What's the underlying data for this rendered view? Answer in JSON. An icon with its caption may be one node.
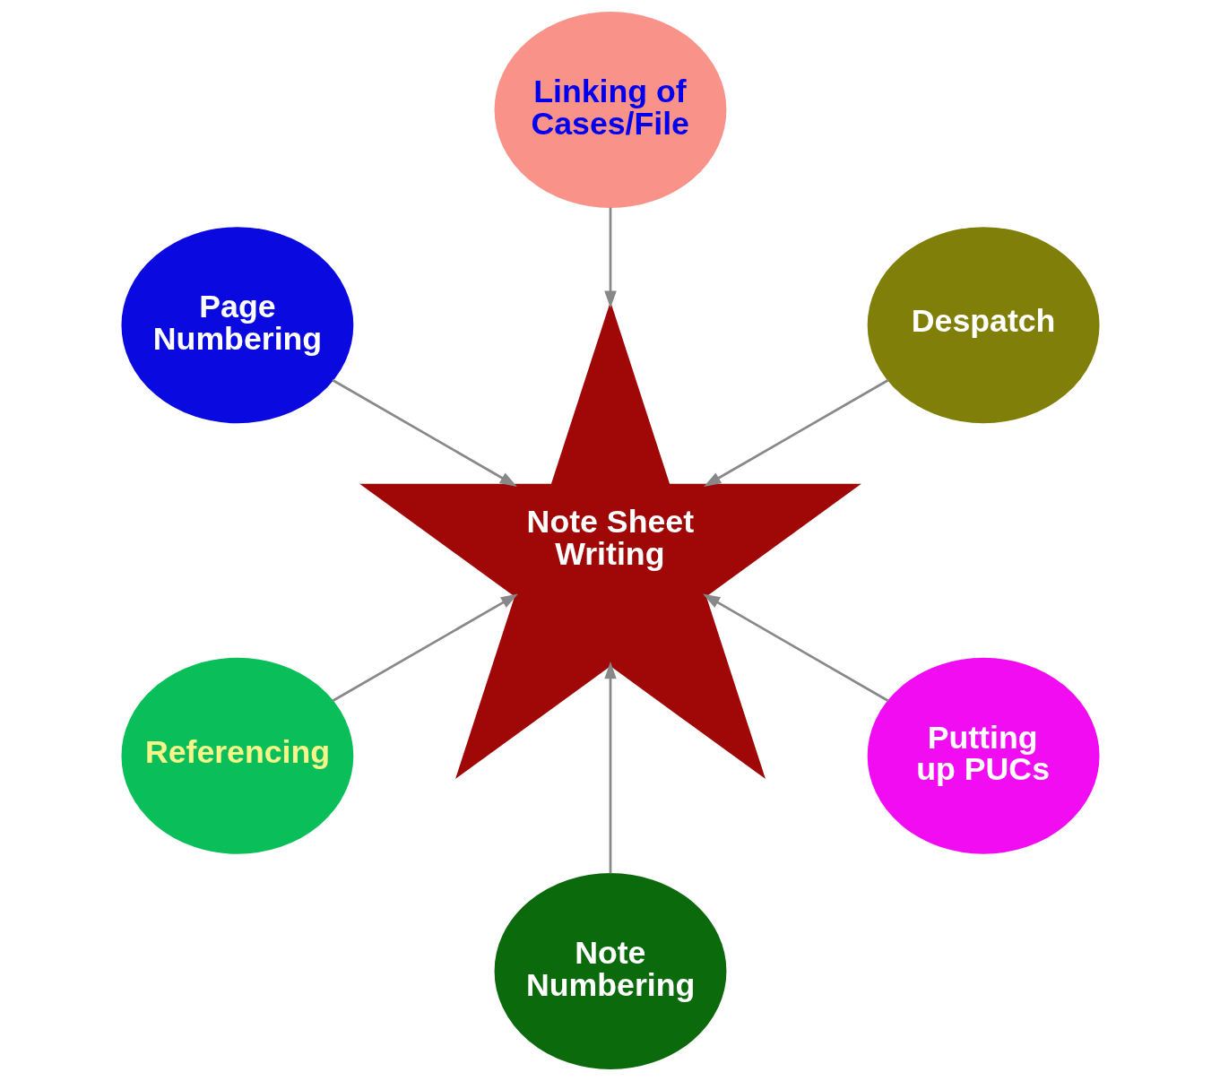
{
  "diagram": {
    "nodes": [
      {
        "text": [
          "Despatch"
        ]
      },
      {
        "text": [
          "Linking of Cases/File"
        ]
      },
      {
        "text": [
          "Page Numbering"
        ]
      },
      {
        "text": [
          "Note Sheet Writing"
        ]
      },
      {
        "text": [
          "Referencing"
        ]
      },
      {
        "text": [
          "Note Numbering"
        ]
      },
      {
        "text": [
          "Putting up PUCs"
        ]
      }
    ],
    "edges": [
      {
        "from": 0,
        "to": 3,
        "arrow": "to"
      },
      {
        "from": 1,
        "to": 3,
        "arrow": "to"
      },
      {
        "from": 2,
        "to": 3,
        "arrow": "to"
      },
      {
        "from": 4,
        "to": 3,
        "arrow": "to"
      },
      {
        "from": 5,
        "to": 3,
        "arrow": "to"
      },
      {
        "from": 6,
        "to": 3,
        "arrow": "to"
      }
    ]
  }
}
